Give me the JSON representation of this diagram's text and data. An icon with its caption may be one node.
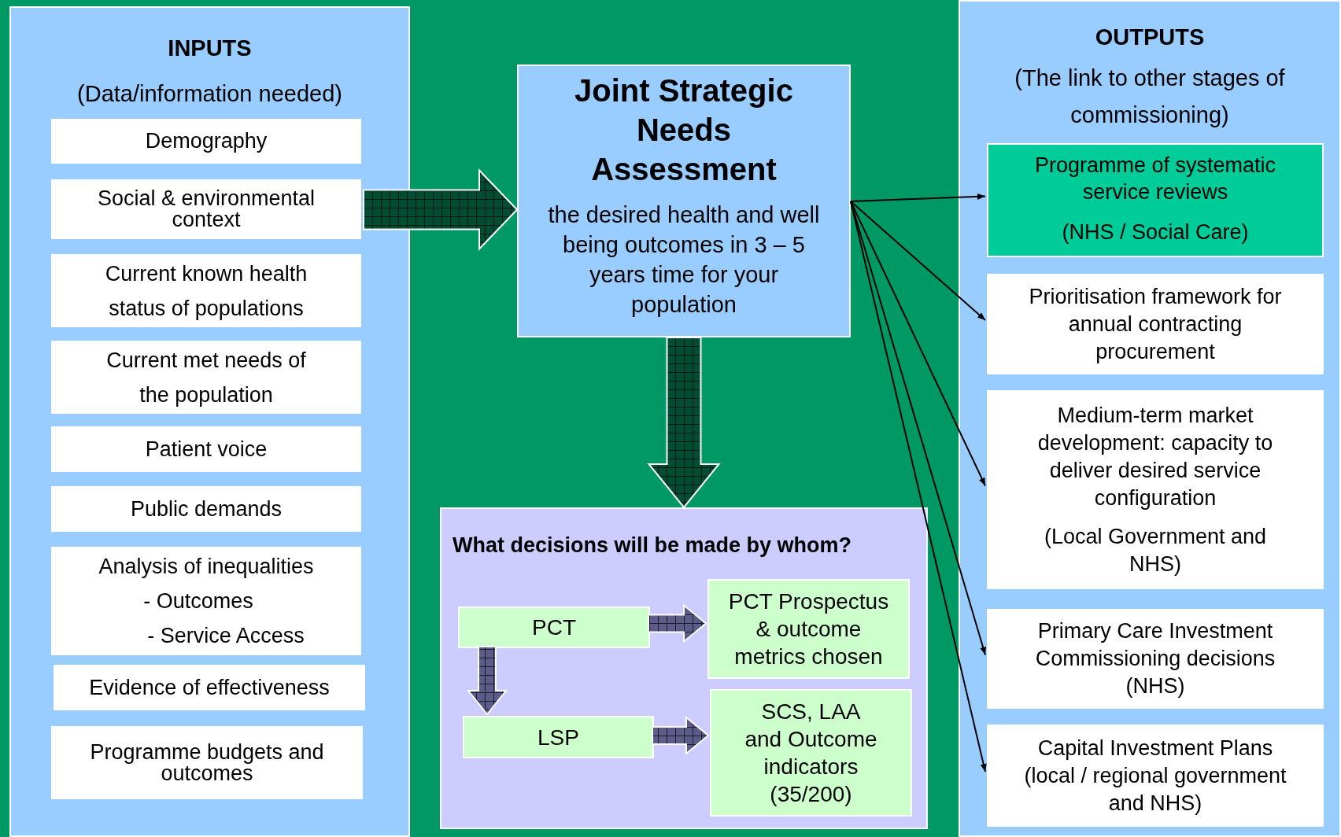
{
  "diagram": {
    "nodes": [
      {
        "text": [
          "INPUTS",
          "(Data/information needed)"
        ]
      },
      {
        "text": [
          "Demography"
        ],
        "in": 0
      },
      {
        "text": [
          "Social & environmental context"
        ],
        "in": 0
      },
      {
        "text": [
          "Current known health status of populations"
        ],
        "in": 0
      },
      {
        "text": [
          "Current met needs of the population"
        ],
        "in": 0
      },
      {
        "text": [
          "Patient voice"
        ],
        "in": 0
      },
      {
        "text": [
          "Public demands"
        ],
        "in": 0
      },
      {
        "text": [
          "Analysis of inequalities",
          "- Outcomes",
          "- Service Access"
        ],
        "in": 0
      },
      {
        "text": [
          "Evidence of effectiveness"
        ],
        "in": 0
      },
      {
        "text": [
          "Programme budgets and outcomes"
        ],
        "in": 0
      },
      {
        "text": [
          "Joint Strategic Needs Assessment",
          "the desired health and well being outcomes in 3 – 5 years time for your population"
        ]
      },
      {
        "text": [
          "What decisions will be made by whom?"
        ]
      },
      {
        "text": [
          "PCT"
        ],
        "in": 11
      },
      {
        "text": [
          "PCT Prospectus & outcome metrics chosen"
        ],
        "in": 11
      },
      {
        "text": [
          "LSP"
        ],
        "in": 11
      },
      {
        "text": [
          "SCS, LAA  and Outcome indicators (35/200)"
        ],
        "in": 11
      },
      {
        "text": [
          "OUTPUTS",
          "(The link to other stages of commissioning)"
        ]
      },
      {
        "text": [
          "Programme of systematic service reviews",
          "(NHS / Social Care)"
        ],
        "in": 16
      },
      {
        "text": [
          "Prioritisation framework for annual contracting procurement"
        ],
        "in": 16
      },
      {
        "text": [
          "Medium-term market development: capacity to deliver desired service configuration",
          "(Local Government and NHS)"
        ],
        "in": 16
      },
      {
        "text": [
          "Primary Care Investment Commissioning decisions (NHS)"
        ],
        "in": 16
      },
      {
        "text": [
          "Capital Investment Plans (local / regional government and NHS)"
        ],
        "in": 16
      }
    ],
    "edges": [
      {
        "from": 0,
        "to": 10,
        "arrow": "to",
        "style": "thick",
        "color": "#004d33"
      },
      {
        "from": 10,
        "to": 11,
        "arrow": "to",
        "style": "thick",
        "color": "#004d33"
      },
      {
        "from": 12,
        "to": 13,
        "arrow": "to",
        "style": "thick",
        "color": "#5c5c8a"
      },
      {
        "from": 12,
        "to": 14,
        "arrow": "to",
        "style": "thick",
        "color": "#5c5c8a"
      },
      {
        "from": 14,
        "to": 15,
        "arrow": "to",
        "style": "thick",
        "color": "#5c5c8a"
      },
      {
        "from": 10,
        "to": 17,
        "arrow": "to"
      },
      {
        "from": 10,
        "to": 18,
        "arrow": "to"
      },
      {
        "from": 10,
        "to": 19,
        "arrow": "to"
      },
      {
        "from": 10,
        "to": 20,
        "arrow": "to"
      },
      {
        "from": 10,
        "to": 21,
        "arrow": "to"
      }
    ]
  }
}
